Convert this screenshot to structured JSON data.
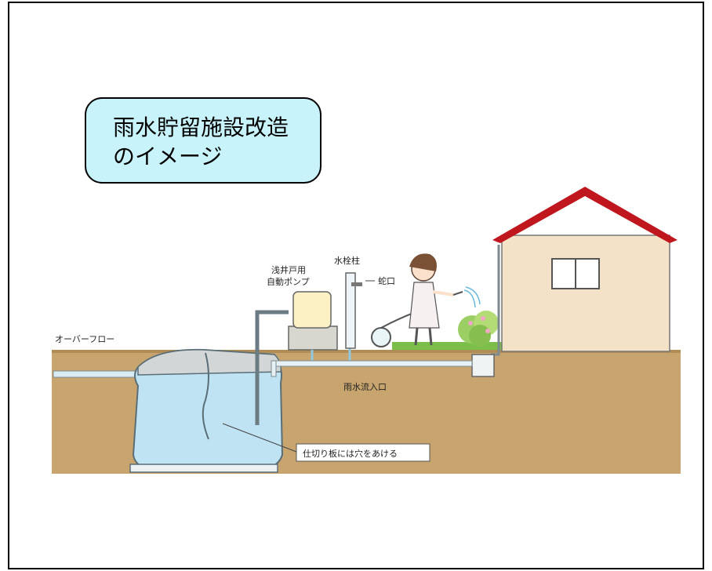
{
  "title": {
    "line1": "雨水貯留施設改造",
    "line2": "のイメージ"
  },
  "labels": {
    "pump_line1": "浅井戸用",
    "pump_line2": "自動ポンプ",
    "hydrant": "水栓柱",
    "faucet": "蛇口",
    "overflow": "オーバーフロー",
    "inlet": "雨水流入口",
    "partition": "仕切り板には穴をあける"
  },
  "colors": {
    "soil": "#c8a56e",
    "water": "#bfe3f3",
    "roof": "#c0161e",
    "house": "#f4e2c8",
    "title_bg": "#c9f3fb",
    "grass": "#5fae3c"
  }
}
